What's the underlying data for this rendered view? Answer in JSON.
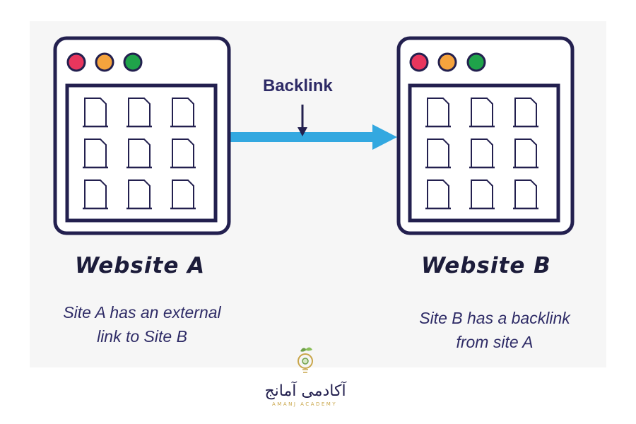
{
  "diagram": {
    "backlink_label": "Backlink",
    "site_a": {
      "title": "Website A",
      "caption_lines": [
        "Site A has an external",
        "link to Site B"
      ]
    },
    "site_b": {
      "title": "Website B",
      "caption_lines": [
        "Site B has a backlink",
        "from site A"
      ]
    },
    "window_dot_colors": [
      "#e8365d",
      "#f5a33d",
      "#1fa34a"
    ],
    "frame_color": "#23204f",
    "arrow_color": "#33a8e0"
  },
  "logo": {
    "latin_text": "AMANJ ACADEMY",
    "arabic_text": "آکادمی آمانج"
  }
}
